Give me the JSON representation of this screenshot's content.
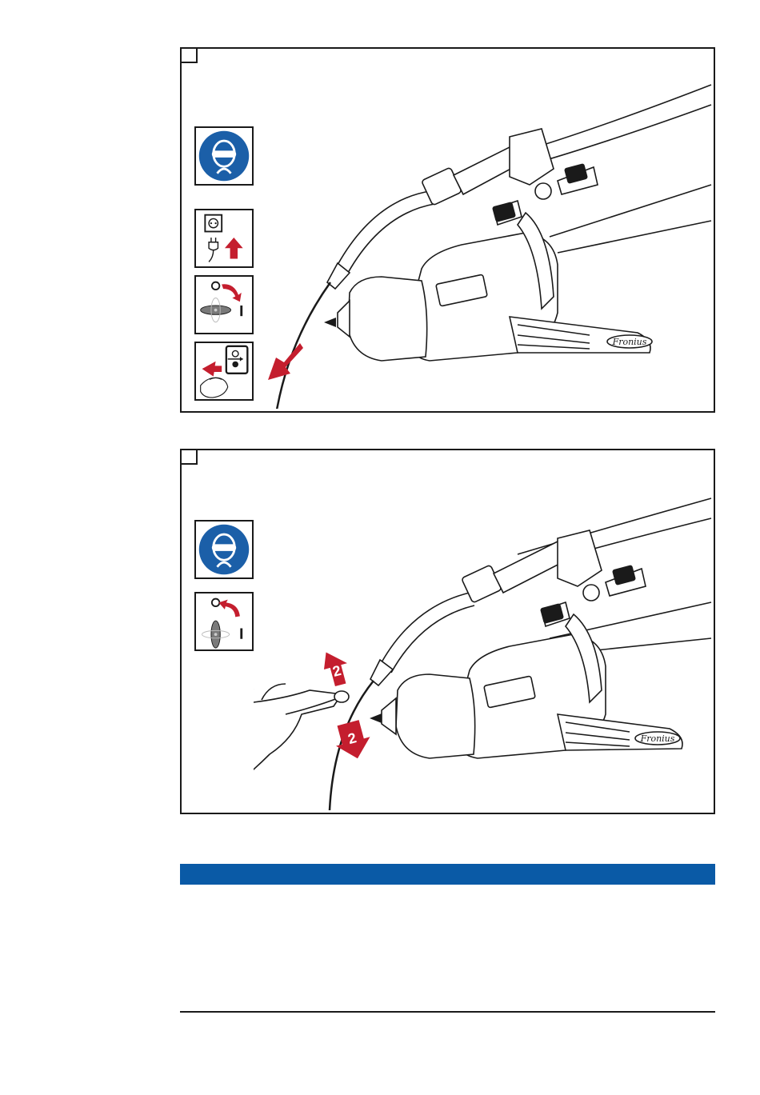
{
  "panels": [
    {
      "step_number": "",
      "signs": [
        "safety-goggles-icon",
        "power-plug-unplug-icon",
        "power-switch-off-icon",
        "wire-feed-button-icon"
      ]
    },
    {
      "step_number": "",
      "signs": [
        "safety-goggles-icon",
        "power-switch-off-icon"
      ],
      "callouts": [
        "2",
        "2"
      ]
    }
  ],
  "brand": "Fronius",
  "colors": {
    "safety_blue": "#1b5fa8",
    "arrow_red": "#c41e2e",
    "section_bar_blue": "#0a5aa6"
  }
}
